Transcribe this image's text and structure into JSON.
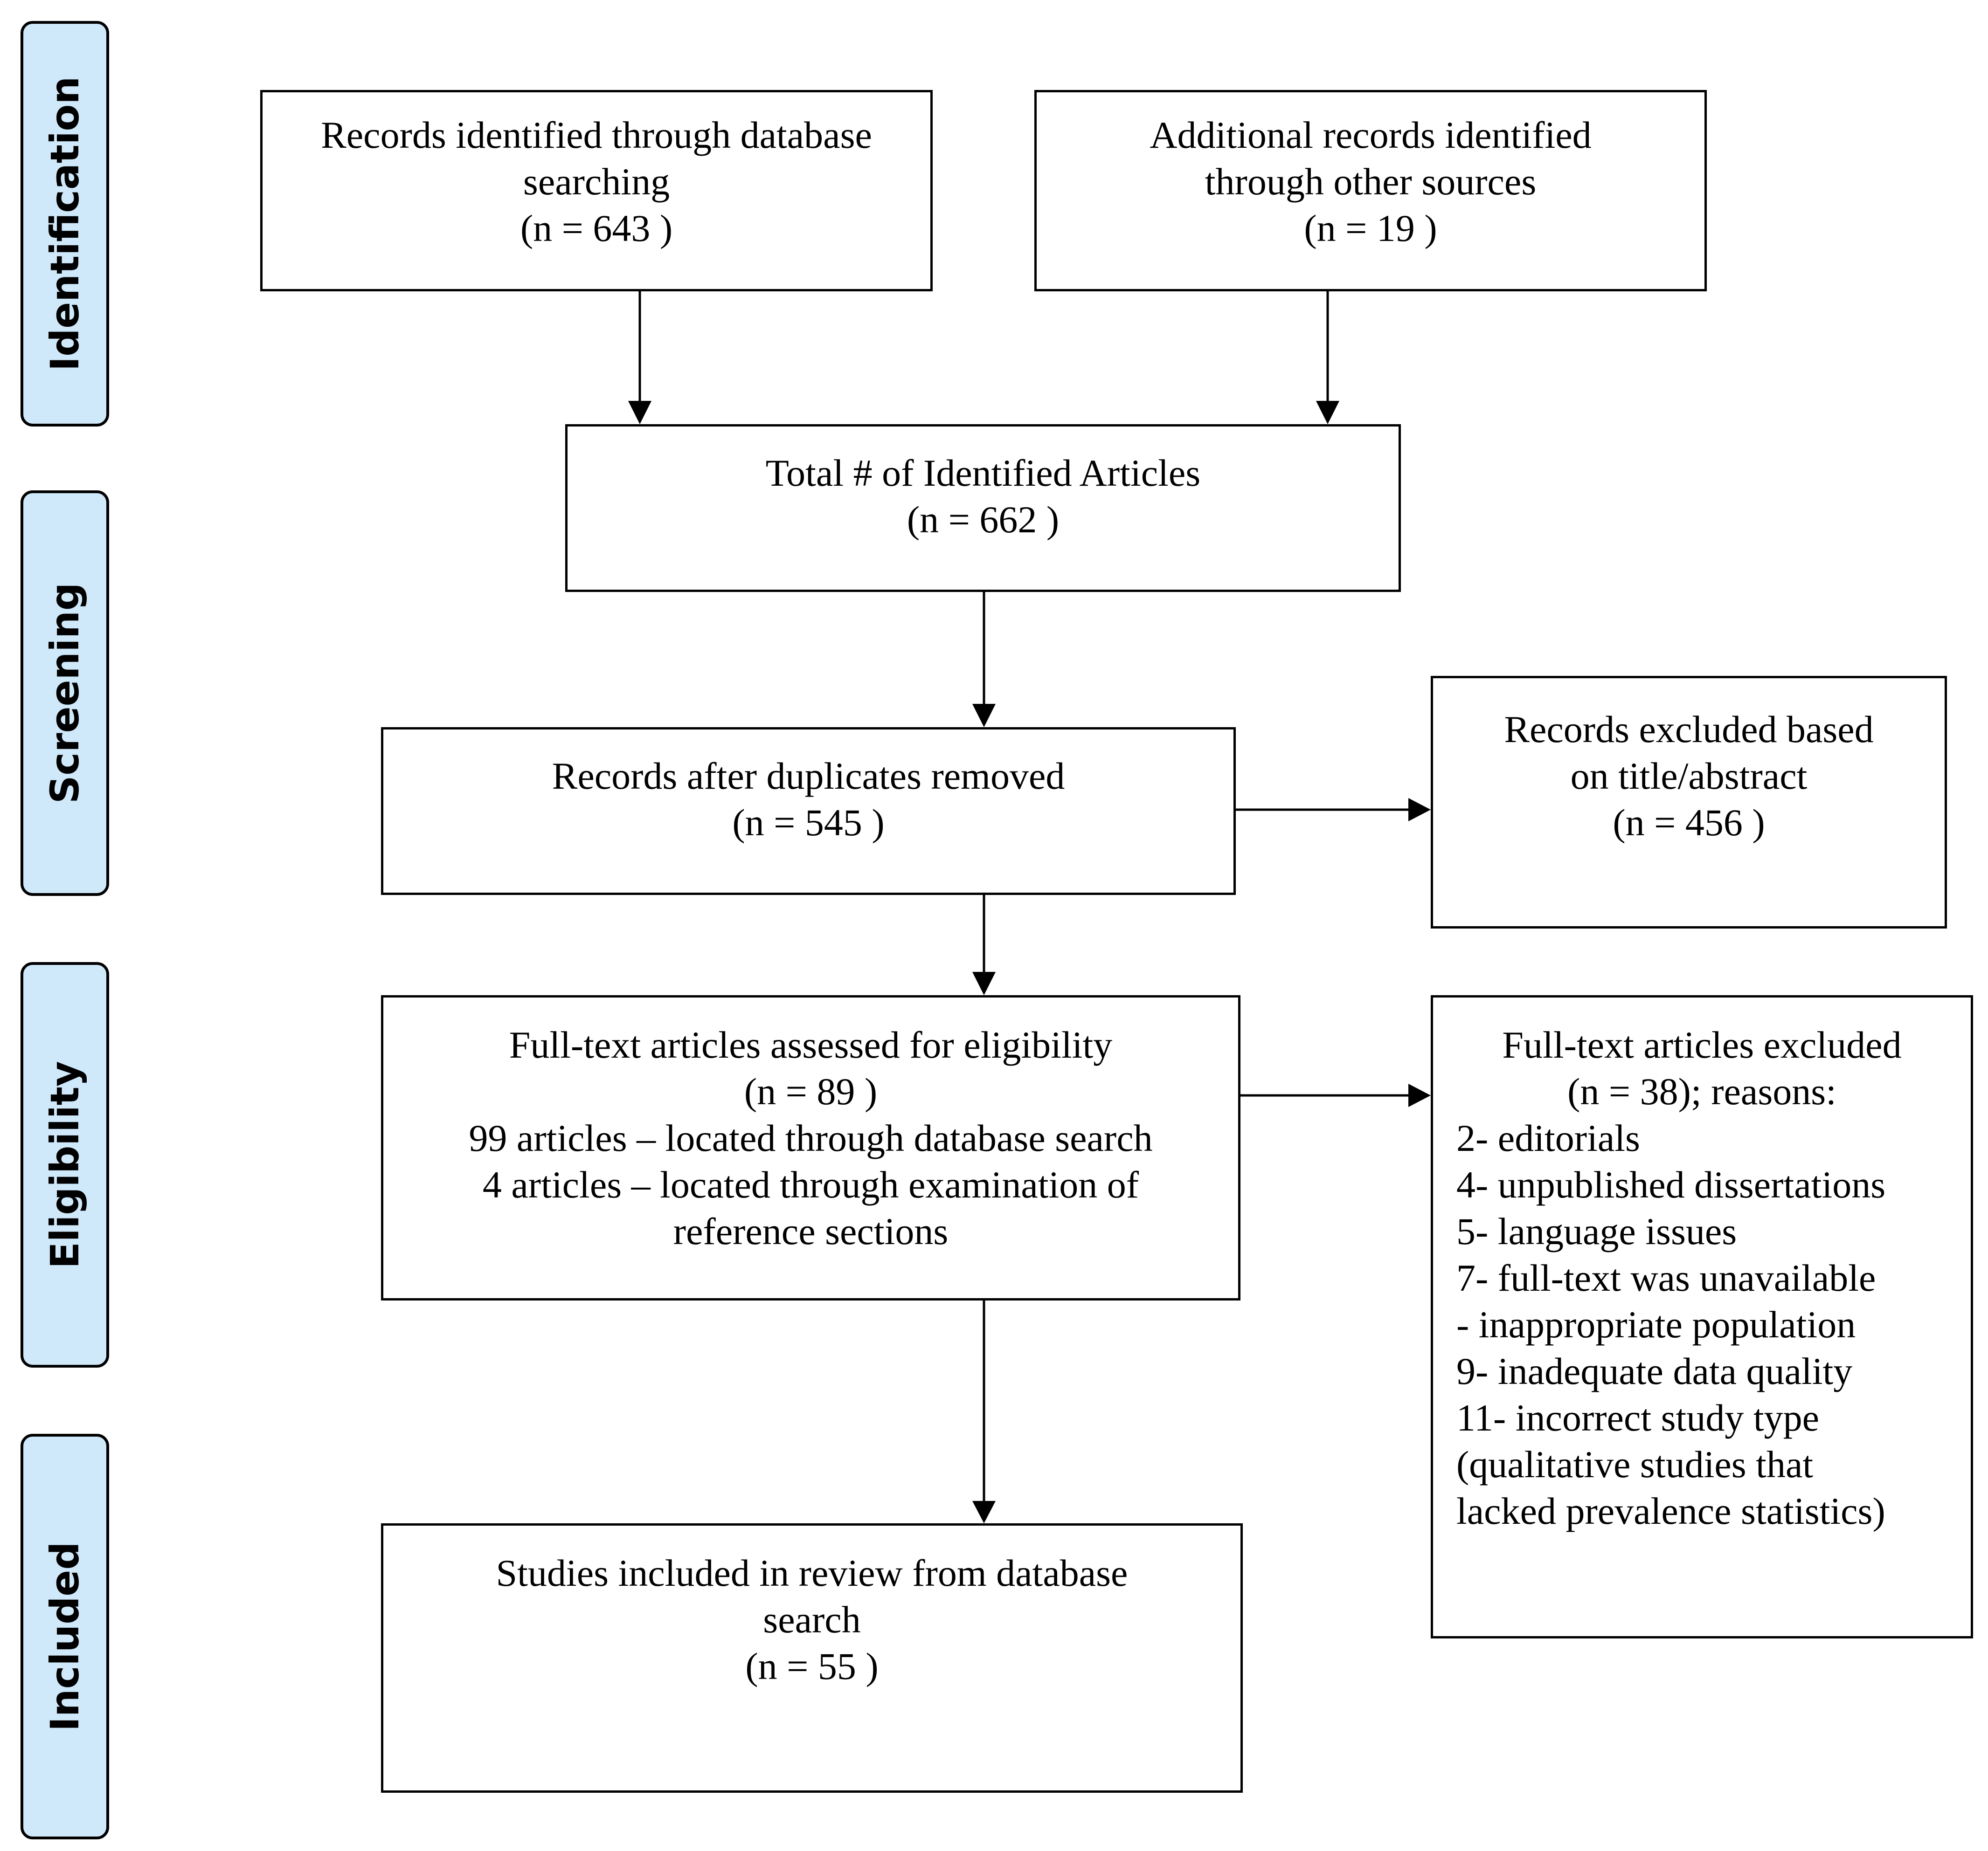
{
  "stages": {
    "identification": "Identification",
    "screening": "Screening",
    "eligibility": "Eligibility",
    "included": "Included"
  },
  "boxes": {
    "database_records": {
      "lines": [
        "Records identified through database",
        "searching",
        "(n = 643   )"
      ]
    },
    "other_records": {
      "lines": [
        "Additional records identified",
        "through other sources",
        "(n = 19   )"
      ]
    },
    "total_identified": {
      "lines": [
        "Total # of Identified Articles",
        "(n = 662   )"
      ]
    },
    "after_duplicates": {
      "lines": [
        "Records after duplicates removed",
        "(n = 545   )"
      ]
    },
    "excluded_title_abstract": {
      "lines": [
        "Records excluded based",
        "on title/abstract",
        "(n = 456   )"
      ]
    },
    "fulltext_assessed": {
      "lines": [
        "Full-text articles assessed for eligibility",
        "(n = 89   )",
        "99 articles – located through database search",
        "4 articles – located through examination of",
        "reference sections"
      ]
    },
    "fulltext_excluded": {
      "header": [
        "Full-text articles excluded",
        "(n = 38); reasons:"
      ],
      "reasons": [
        "2- editorials",
        "4- unpublished dissertations",
        "5- language issues",
        "7- full-text was unavailable",
        "- inappropriate population",
        "9- inadequate data quality",
        "11- incorrect study type",
        "(qualitative studies that",
        "lacked prevalence statistics)"
      ]
    },
    "included_studies": {
      "lines": [
        "Studies included in review from database",
        "search",
        "(n = 55    )"
      ]
    }
  }
}
